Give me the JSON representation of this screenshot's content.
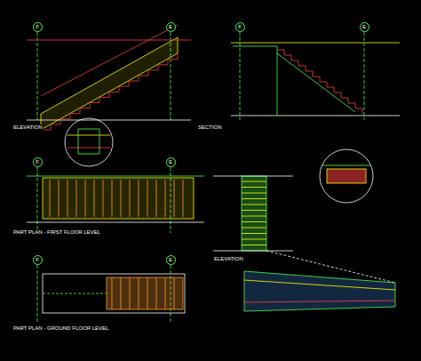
{
  "diagram": {
    "nodes": [
      {
        "text": [
          "F"
        ]
      },
      {
        "text": [
          "E"
        ]
      },
      {
        "text": [
          "F"
        ]
      },
      {
        "text": [
          "E"
        ]
      },
      {
        "text": [
          "F"
        ]
      },
      {
        "text": [
          "E"
        ]
      },
      {
        "text": [
          "F"
        ]
      },
      {
        "text": [
          "E"
        ]
      }
    ],
    "labels": [
      "ELEVATION",
      "SECTION",
      "PART PLAN - FIRST FLOOR LEVEL",
      "PART PLAN - GROUND FLOOR LEVEL",
      "ELEVATION"
    ]
  }
}
